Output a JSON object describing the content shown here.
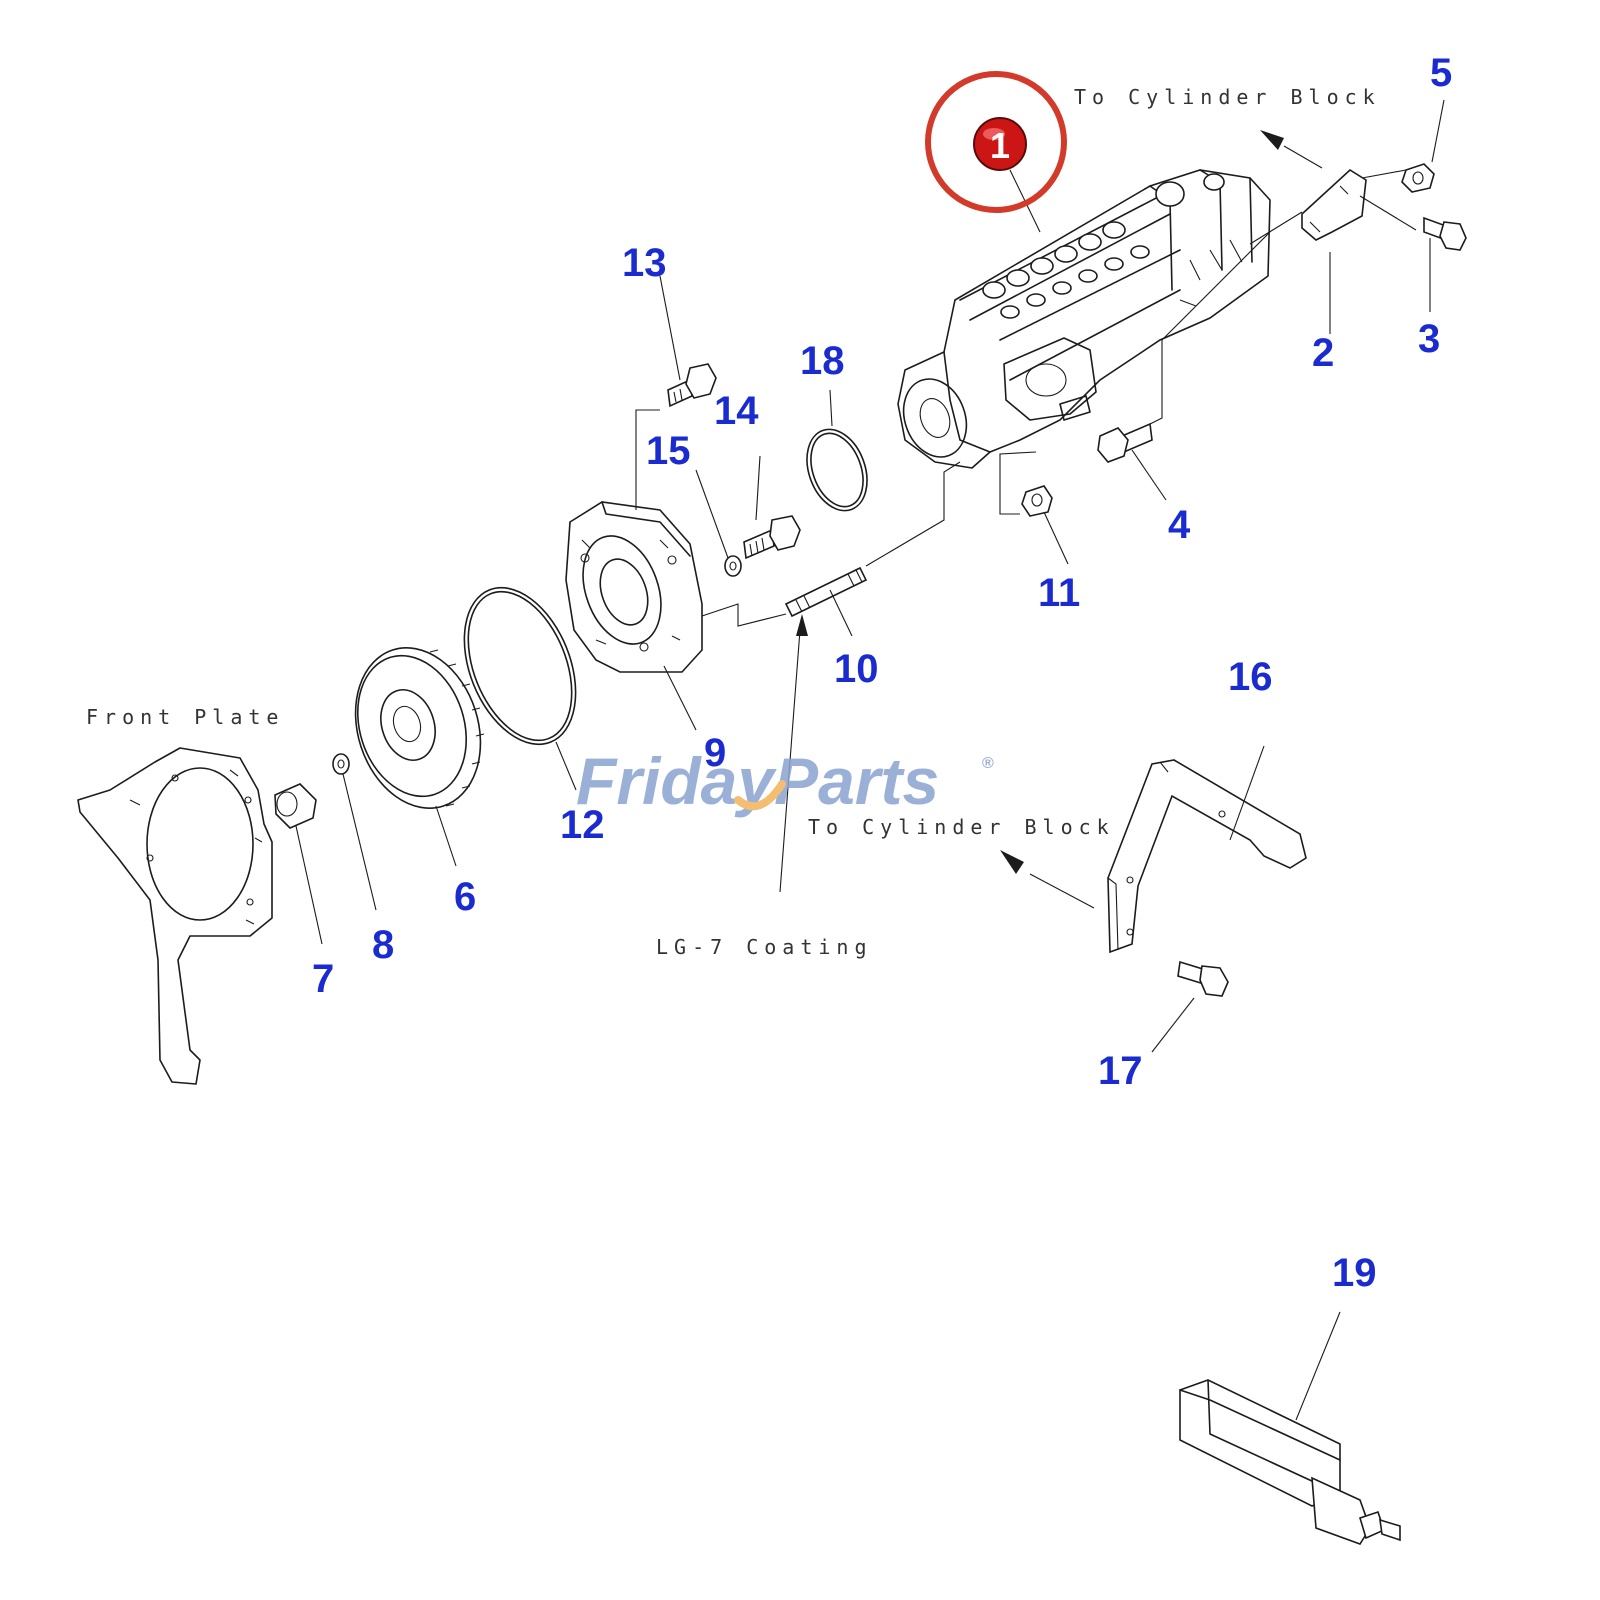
{
  "highlight_color": "#d23a2a",
  "callout_color": "#1a2bd0",
  "highlighted_part": {
    "label": "1"
  },
  "callouts": [
    "2",
    "3",
    "4",
    "5",
    "6",
    "7",
    "8",
    "9",
    "10",
    "11",
    "12",
    "13",
    "14",
    "15",
    "16",
    "17",
    "18",
    "19"
  ],
  "notes": {
    "cylinder_block_top": "To Cylinder Block",
    "cylinder_block_mid": "To Cylinder Block",
    "front_plate": "Front Plate",
    "lg7": "LG-7 Coating"
  },
  "watermark": {
    "brand": "FridayParts",
    "mark": "®"
  }
}
